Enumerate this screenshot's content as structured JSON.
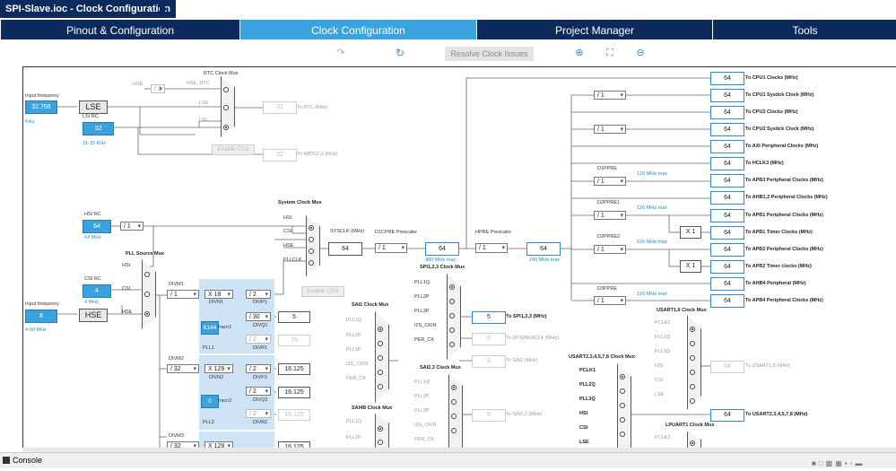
{
  "title": "SPI-Slave.ioc - Clock Configuration",
  "tabs": [
    {
      "label": "Pinout & Configuration"
    },
    {
      "label": "Clock Configuration"
    },
    {
      "label": "Project Manager"
    },
    {
      "label": "Tools"
    }
  ],
  "toolbar": {
    "resolve_label": "Resolve Clock Issues",
    "icons": [
      "undo-icon",
      "redo-icon",
      "refresh-icon",
      "zoom-in-icon",
      "fit-icon",
      "zoom-out-icon"
    ]
  },
  "left": {
    "input_freq_label": "Input frequency",
    "lse_value": "32.768",
    "lse_unit": "KHz",
    "lse_label": "LSE",
    "lsi_rc_label": "LSI RC",
    "lsi_value": "32",
    "lsi_range": "31-32 KHz",
    "hsi_rc_label": "HSI RC",
    "hsi_value": "64",
    "hsi_unit": "64 MHz",
    "hsi_div": "/ 1",
    "csi_rc_label": "CSI RC",
    "csi_value": "4",
    "csi_unit": "4 MHz",
    "hse_input_label": "Input frequency",
    "hse_value": "8",
    "hse_label": "HSE",
    "hse_range": "4-50 MHz"
  },
  "rtc": {
    "mux_label": "RTC Clock Mux",
    "hse": "HSE",
    "hse_div": "/ 2",
    "hse_rtc": "HSE_RTC",
    "lse": "LSE",
    "lsi": "LSI",
    "rtc_value": "32",
    "to_rtc": "To RTC (KHz)",
    "enable_css": "Enable CSS",
    "iwdg_value": "32",
    "to_iwdg": "To IWDG1,2 (KHz)"
  },
  "sysclk": {
    "mux_label": "System Clock Mux",
    "hsi": "HSI",
    "csi": "CSI",
    "hse": "HSE",
    "pllclk": "PLLCLK",
    "sysclk_label": "SYSCLK (MHz)",
    "sysclk_value": "64",
    "d1cpre_label": "D1CPRE Prescaler",
    "d1cpre_value": "/ 1",
    "d1_value": "64",
    "d1_max": "480 MHz max",
    "hpre_label": "HPRE Prescaler",
    "hpre_value": "/ 1",
    "hpre_out": "64",
    "hpre_max": "240 MHz max",
    "enable_css": "Enable CSS"
  },
  "pll": {
    "mux_label": "PLL Source Mux",
    "hsi": "HSI",
    "csi": "CSI",
    "hse": "HSE",
    "divm1_label": "DIVM1",
    "divm1_value": "/ 1",
    "divn1_value": "X 18",
    "divn1_label": "DIVN1",
    "fracn1_value": "6144",
    "fracn1_label": "fracn1",
    "divp1_value": "/ 2",
    "divp1_label": "DIVP1",
    "divq1_value": "/ 30",
    "divq1_label": "DIVQ1",
    "divq1_out": "5",
    "divr1_value": "/ 2",
    "divr1_label": "DIVR1",
    "divr1_out": "75",
    "pll1_label": "PLL1",
    "divm2_label": "DIVM2",
    "divm2_value": "/ 32",
    "divn2_value": "X 129",
    "divn2_label": "DIVN2",
    "divp2_value": "/ 2",
    "divp2_label": "DIVP2",
    "divp2_out": "16.125",
    "fracn2_value": "0",
    "fracn2_label": "fracn2",
    "divq2_value": "/ 2",
    "divq2_label": "DIVQ2",
    "divq2_out": "16.125",
    "divr2_value": "/ 2",
    "divr2_label": "DIVR2",
    "divr2_out": "16.125",
    "pll2_label": "PLL2",
    "divm3_label": "DIVM3",
    "divm3_value": "/ 32",
    "divn3_value": "X 129",
    "divp3_out": "16.125"
  },
  "sai1": {
    "mux_label": "SAI1 Clock Mux",
    "inputs": [
      "PLL1Q",
      "PLL2P",
      "PLL3P",
      "I2S_CKIN",
      "PER_CK"
    ]
  },
  "sai4b": {
    "mux_label": "SAI4B Clock Mux",
    "inputs": [
      "PLL1Q",
      "PLL2P"
    ]
  },
  "spi123": {
    "mux_label": "SPI1,2,3 Clock Mux",
    "inputs": [
      "PLL1Q",
      "PLL2P",
      "PLL3P",
      "I2S_CKIN",
      "PER_CK"
    ],
    "spi_value": "5",
    "spi_to": "To SPI1,2,3 (MHz)",
    "dfsdm_value": "5",
    "dfsdm_to": "To DFSDM ACLK (MHz)",
    "sai1_value": "5",
    "sai1_to": "To SAI1 (MHz)"
  },
  "sai23": {
    "mux_label": "SAI2,3 Clock Mux",
    "inputs": [
      "PLL1Q",
      "PLL2P",
      "PLL3P",
      "I2S_CKIN",
      "PER_CK"
    ],
    "value": "5",
    "to": "To SAI2,3 (MHz)"
  },
  "usart16": {
    "mux_label": "USART1,6 Clock Mux",
    "inputs": [
      "PCLK2",
      "PLL2Q",
      "PLL3Q",
      "HSI",
      "CSI",
      "LSE"
    ],
    "value": "64",
    "to": "To USART1,6 (MHz)"
  },
  "usart2345": {
    "mux_label": "USART2,3,4,5,7,8 Clock Mux",
    "inputs": [
      "PCLK1",
      "PLL2Q",
      "PLL3Q",
      "HSI",
      "CSI",
      "LSE"
    ],
    "value": "64",
    "to": "To USART2,3,4,5,7,8 (MHz)"
  },
  "lpuart1": {
    "mux_label": "LPUART1 Clock Mux",
    "inputs": [
      "PCLK3"
    ]
  },
  "outputs": [
    {
      "value": "64",
      "label": "To CPU1 Clocks (MHz)"
    },
    {
      "value": "64",
      "label": "To CPU1 Systick Clock (MHz)"
    },
    {
      "value": "64",
      "label": "To CPU2 Clocks (MHz)"
    },
    {
      "value": "64",
      "label": "To CPU2 Systick Clock (MHz)"
    },
    {
      "value": "64",
      "label": "To AXI Peripheral Clocks (MHz)"
    },
    {
      "value": "64",
      "label": "To HCLK3 (MHz)"
    },
    {
      "value": "64",
      "label": "To APB3 Peripheral Clocks (MHz)"
    },
    {
      "value": "64",
      "label": "To AHB1,2 Peripheral Clocks (MHz)"
    },
    {
      "value": "64",
      "label": "To APB1 Peripheral Clocks (MHz)"
    },
    {
      "value": "64",
      "label": "To APB1 Timer Clocks (MHz)"
    },
    {
      "value": "64",
      "label": "To APB2 Peripheral Clocks (MHz)"
    },
    {
      "value": "64",
      "label": "To APB2 Timer clocks (MHz)"
    },
    {
      "value": "64",
      "label": "To AHB4 Peripheral (MHz)"
    },
    {
      "value": "64",
      "label": "To APB4 Peripheral Clocks (MHz)"
    }
  ],
  "prescalers": {
    "cpu1_systick": "/ 1",
    "cpu2_systick": "/ 1",
    "d1ppre_label": "D1PPRE",
    "d1ppre_value": "/ 1",
    "d1ppre_max": "120 MHz max",
    "d2ppre1_label": "D2PPRE1",
    "d2ppre1_value": "/ 1",
    "d2ppre1_max": "120 MHz max",
    "apb1_timer_mult": "X 1",
    "d2ppre2_label": "D2PPRE2",
    "d2ppre2_value": "/ 1",
    "d2ppre2_max": "120 MHz max",
    "apb2_timer_mult": "X 1",
    "d3ppre_label": "D3PPRE",
    "d3ppre_value": "/ 1",
    "d3ppre_max": "120 MHz max"
  },
  "console": {
    "label": "Console"
  }
}
